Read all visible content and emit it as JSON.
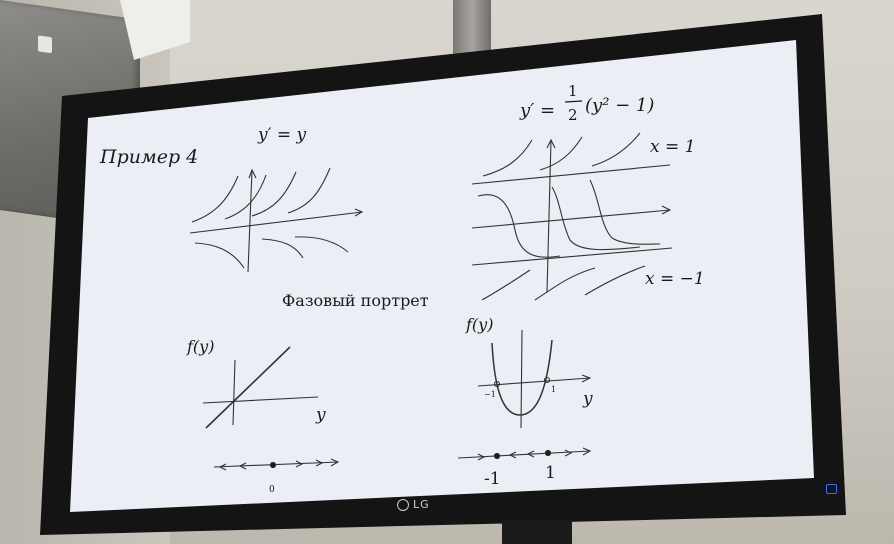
{
  "slide": {
    "title": "Пример 4",
    "eq_left": "y′ = y",
    "eq_right_prefix": "y′ =",
    "eq_right_num": "1",
    "eq_right_den": "2",
    "eq_right_suffix": "(y² − 1)",
    "x_one": "x = 1",
    "x_minus_one": "x = −1",
    "phase_title": "Фазовый портрет",
    "fy_left": "f(y)",
    "fy_right": "f(y)",
    "y_left": "y",
    "y_right": "y",
    "tick_neg1_small": "−1",
    "tick_1_small": "1",
    "line_left_zero": "0",
    "line_right_neg1": "-1",
    "line_right_1": "1"
  },
  "monitor": {
    "brand": "LG"
  }
}
